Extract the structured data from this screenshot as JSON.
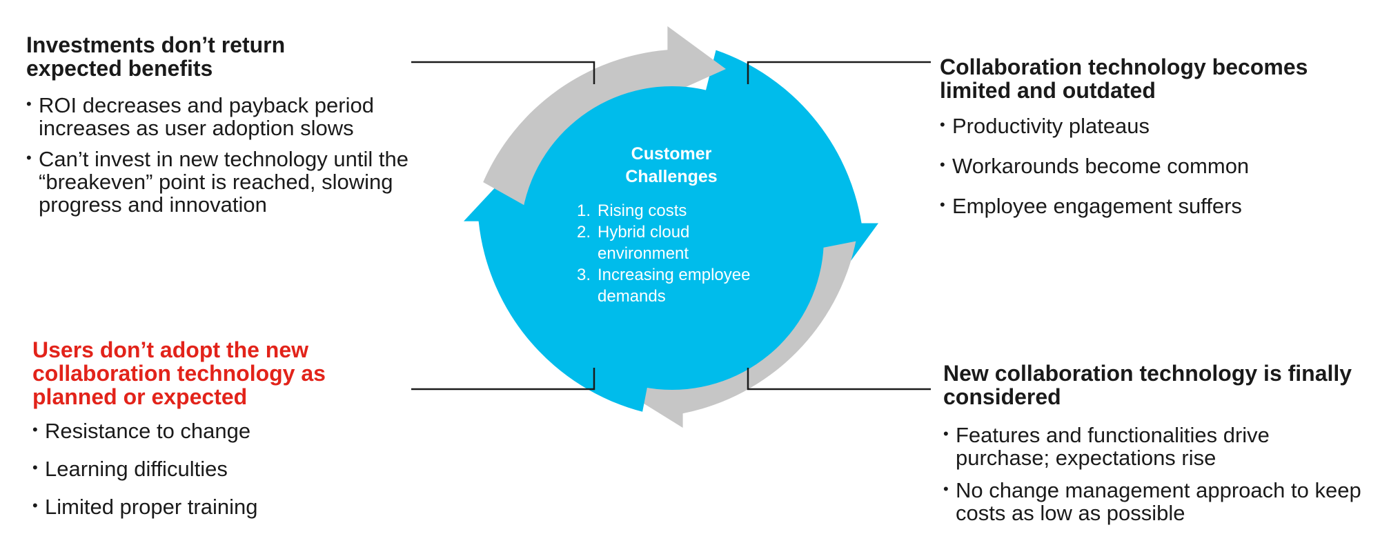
{
  "center": {
    "title_line1": "Customer",
    "title_line2": "Challenges",
    "items": [
      {
        "num": "1.",
        "text": "Rising costs"
      },
      {
        "num": "2.",
        "text": "Hybrid cloud environment"
      },
      {
        "num": "3.",
        "text": "Increasing employee demands"
      }
    ]
  },
  "top_left": {
    "title": "Investments don’t return expected benefits",
    "bullets": [
      "ROI decreases and payback period increases as user adoption slows",
      "Can’t invest in new technology until the “breakeven” point is reached, slowing progress and innovation"
    ]
  },
  "top_right": {
    "title": "Collaboration technology becomes limited and outdated",
    "bullets": [
      "Productivity plateaus",
      "Workarounds become common",
      "Employee engagement suffers"
    ]
  },
  "bottom_left": {
    "title": "Users don’t adopt the new collaboration technology as planned or expected",
    "bullets": [
      "Resistance to change",
      "Learning difficulties",
      "Limited proper training"
    ]
  },
  "bottom_right": {
    "title": "New collaboration technology is finally considered",
    "bullets": [
      "Features and functionalities drive purchase; expectations rise",
      "No change management approach to keep costs as low as possible"
    ]
  },
  "colors": {
    "cycle_blue": "#00bceb",
    "cycle_gray": "#c6c6c6",
    "accent_red": "#e2231a",
    "connector_line": "#1a1a1a"
  }
}
